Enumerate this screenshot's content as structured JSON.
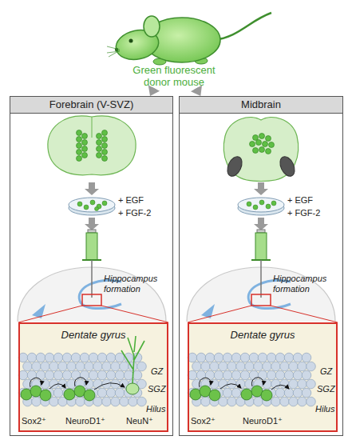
{
  "diagram": {
    "nodes": [
      {
        "text": [
          "Green fluorescent donor mouse"
        ]
      },
      {
        "text": [
          "Forebrain (V-SVZ)"
        ]
      },
      {
        "text": [
          "Dentate gyrus"
        ],
        "in": 1
      },
      {
        "text": [
          "Midbrain"
        ]
      },
      {
        "text": [
          "Dentate gyrus"
        ],
        "in": 3
      }
    ],
    "edges": [
      {
        "from": 0,
        "to": 1,
        "arrow": "to"
      },
      {
        "from": 0,
        "to": 3,
        "arrow": "to"
      }
    ],
    "labels": [
      "+ EGF",
      "+ FGF-2",
      "Hippocampus formation",
      "GZ",
      "SGZ",
      "Hilus",
      "Sox2⁺",
      "NeuroD1⁺",
      "NeuN⁺",
      "+ EGF",
      "+ FGF-2",
      "Hippocampus formation",
      "GZ",
      "SGZ",
      "Hilus",
      "Sox2⁺",
      "NeuroD1⁺"
    ]
  }
}
